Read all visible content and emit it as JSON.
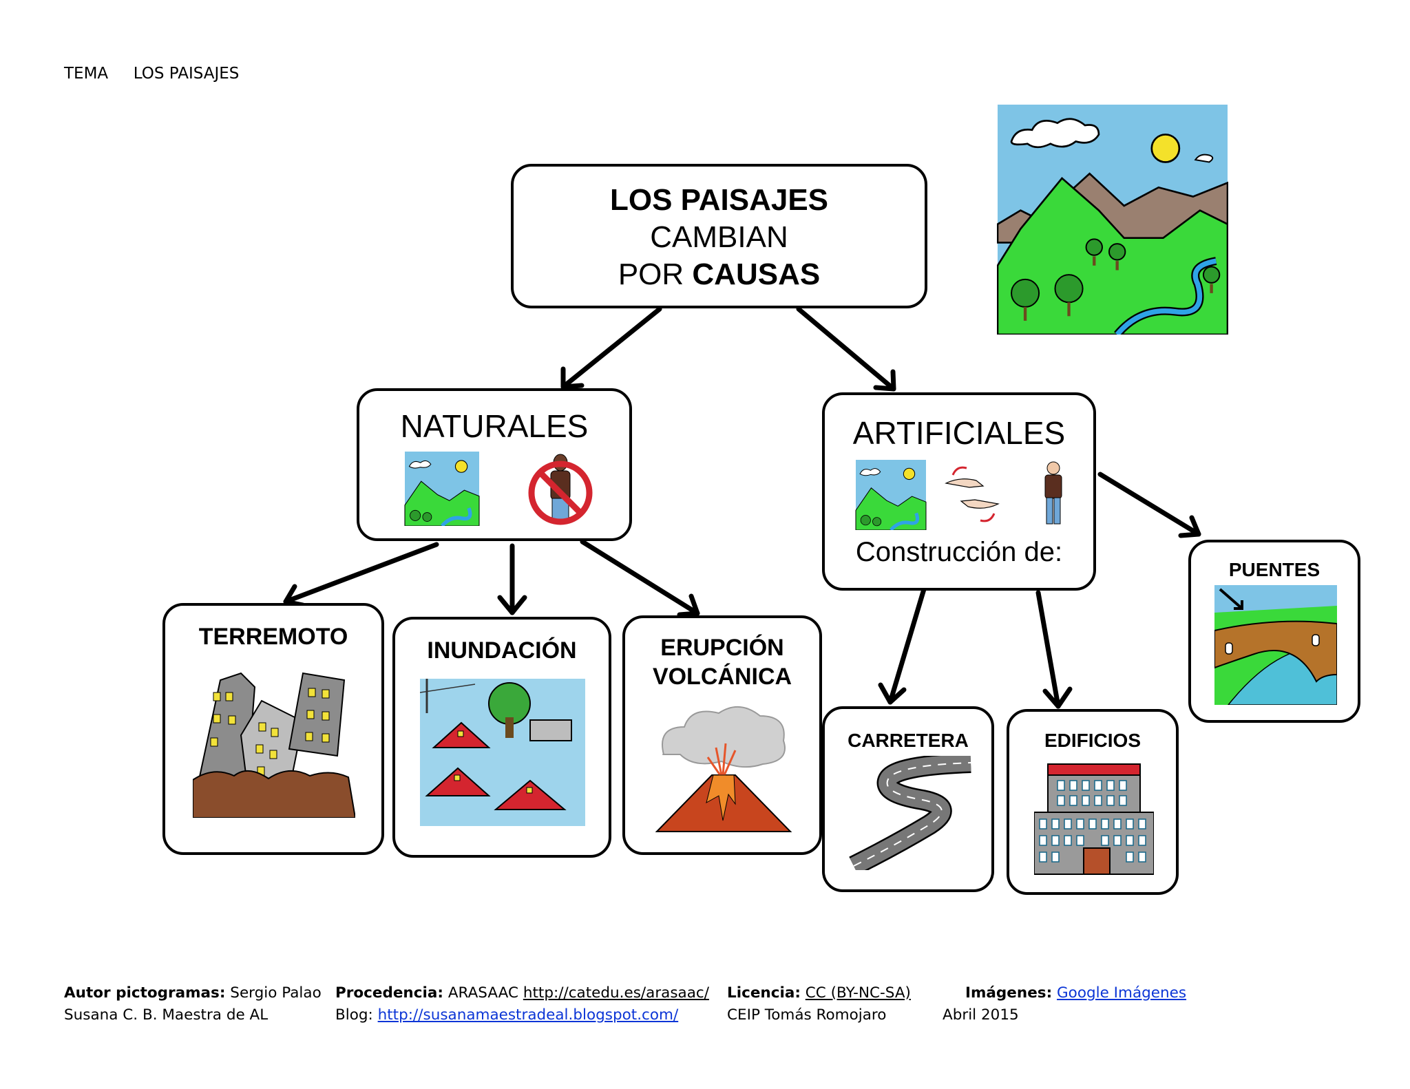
{
  "header": {
    "tema": "TEMA",
    "topic": "LOS PAISAJES"
  },
  "root": {
    "line1": "LOS PAISAJES",
    "line2": "CAMBIAN",
    "line3_a": "POR ",
    "line3_b": "CAUSAS"
  },
  "naturales": {
    "title": "NATURALES"
  },
  "artificiales": {
    "title": "ARTIFICIALES",
    "subtitle": "Construcción de:"
  },
  "natural_causes": [
    {
      "label": "TERREMOTO"
    },
    {
      "label": "INUNDACIÓN"
    },
    {
      "label_line1": "ERUPCIÓN",
      "label_line2": "VOLCÁNICA"
    }
  ],
  "artificial_causes": [
    {
      "label": "CARRETERA"
    },
    {
      "label": "EDIFICIOS"
    },
    {
      "label": "PUENTES"
    }
  ],
  "footer": {
    "autor_label": "Autor pictogramas:",
    "autor_value": "Sergio Palao",
    "maker": "Susana C. B. Maestra de AL",
    "procedencia_label": "Procedencia:",
    "procedencia_value": "ARASAAC",
    "procedencia_url": "http://catedu.es/arasaac/",
    "blog_label": "Blog:",
    "blog_url": "http://susanamaestradeal.blogspot.com/",
    "licencia_label": "Licencia:",
    "licencia_value": "CC (BY-NC-SA)",
    "school": "CEIP Tomás  Romojaro",
    "imagenes_label": "Imágenes:",
    "imagenes_value": "Google Imágenes",
    "date": "Abril   2015"
  },
  "colors": {
    "sky": "#7ec4e6",
    "grass": "#3ad93a",
    "mountain": "#9a8070",
    "river": "#2fa3e6",
    "red": "#d4252f",
    "building": "#8c8c8c",
    "window": "#f2e23a",
    "lava": "#c8451e"
  }
}
